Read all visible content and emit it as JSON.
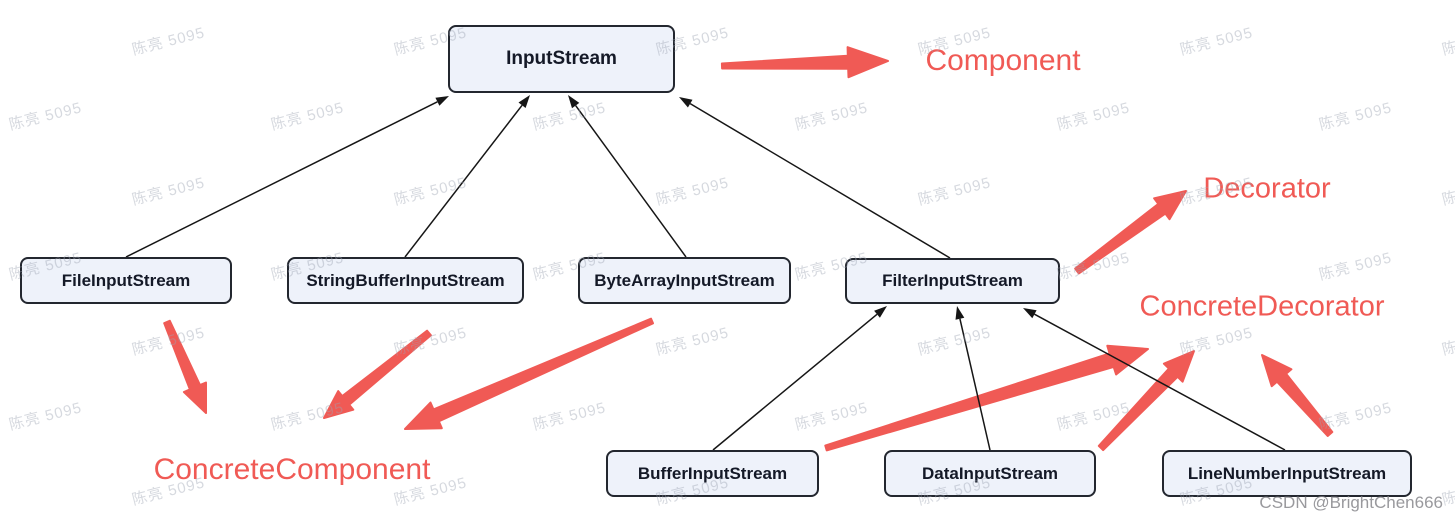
{
  "diagram": {
    "title_context": "InputStream decorator pattern class hierarchy",
    "nodes": [
      {
        "id": "input-stream",
        "label": "InputStream"
      },
      {
        "id": "file-input-stream",
        "label": "FileInputStream"
      },
      {
        "id": "string-buffer-input-stream",
        "label": "StringBufferInputStream"
      },
      {
        "id": "byte-array-input-stream",
        "label": "ByteArrayInputStream"
      },
      {
        "id": "filter-input-stream",
        "label": "FilterInputStream"
      },
      {
        "id": "buffer-input-stream",
        "label": "BufferInputStream"
      },
      {
        "id": "data-input-stream",
        "label": "DataInputStream"
      },
      {
        "id": "line-number-input-stream",
        "label": "LineNumberInputStream"
      }
    ],
    "inheritance_edges": [
      {
        "from": "FileInputStream",
        "to": "InputStream"
      },
      {
        "from": "StringBufferInputStream",
        "to": "InputStream"
      },
      {
        "from": "ByteArrayInputStream",
        "to": "InputStream"
      },
      {
        "from": "FilterInputStream",
        "to": "InputStream"
      },
      {
        "from": "BufferInputStream",
        "to": "FilterInputStream"
      },
      {
        "from": "DataInputStream",
        "to": "FilterInputStream"
      },
      {
        "from": "LineNumberInputStream",
        "to": "FilterInputStream"
      }
    ],
    "annotations": [
      {
        "id": "component",
        "label": "Component"
      },
      {
        "id": "decorator",
        "label": "Decorator"
      },
      {
        "id": "concrete-decorator",
        "label": "ConcreteDecorator"
      },
      {
        "id": "concrete-component",
        "label": "ConcreteComponent"
      }
    ],
    "red_arrows": [
      {
        "from": "InputStream",
        "to": "Component"
      },
      {
        "from": "FilterInputStream",
        "to": "Decorator"
      },
      {
        "from": "FileInputStream",
        "to": "ConcreteComponent"
      },
      {
        "from": "StringBufferInputStream",
        "to": "ConcreteComponent"
      },
      {
        "from": "ByteArrayInputStream",
        "to": "ConcreteComponent"
      },
      {
        "from": "BufferInputStream",
        "to": "ConcreteDecorator"
      },
      {
        "from": "DataInputStream",
        "to": "ConcreteDecorator"
      },
      {
        "from": "LineNumberInputStream",
        "to": "ConcreteDecorator"
      }
    ],
    "colors": {
      "annotation_red": "#f05a55",
      "box_fill": "#eef2fa",
      "box_border": "#23272f",
      "edge_black": "#161616"
    },
    "watermark": {
      "text": "陈亮 5095"
    },
    "credit": {
      "text": "CSDN @BrightChen666"
    }
  }
}
